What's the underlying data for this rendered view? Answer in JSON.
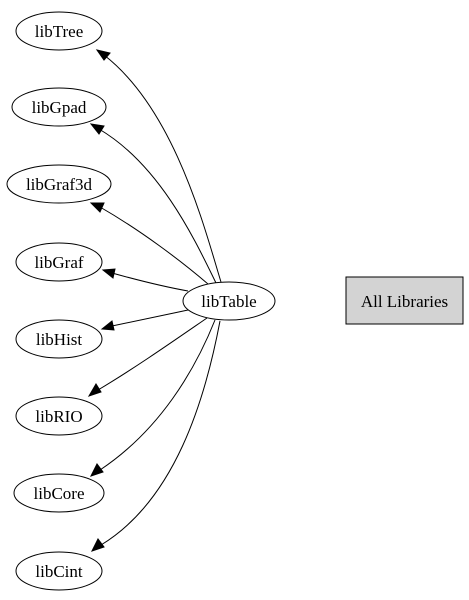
{
  "graph": {
    "center": {
      "id": "libTable",
      "label": "libTable"
    },
    "targets": [
      {
        "id": "libTree",
        "label": "libTree"
      },
      {
        "id": "libGpad",
        "label": "libGpad"
      },
      {
        "id": "libGraf3d",
        "label": "libGraf3d"
      },
      {
        "id": "libGraf",
        "label": "libGraf"
      },
      {
        "id": "libHist",
        "label": "libHist"
      },
      {
        "id": "libRIO",
        "label": "libRIO"
      },
      {
        "id": "libCore",
        "label": "libCore"
      },
      {
        "id": "libCint",
        "label": "libCint"
      }
    ],
    "edges": [
      {
        "from": "libTable",
        "to": "libTree"
      },
      {
        "from": "libTable",
        "to": "libGpad"
      },
      {
        "from": "libTable",
        "to": "libGraf3d"
      },
      {
        "from": "libTable",
        "to": "libGraf"
      },
      {
        "from": "libTable",
        "to": "libHist"
      },
      {
        "from": "libTable",
        "to": "libRIO"
      },
      {
        "from": "libTable",
        "to": "libCore"
      },
      {
        "from": "libTable",
        "to": "libCint"
      }
    ]
  },
  "legend_box": {
    "label": "All Libraries"
  },
  "colors": {
    "box_fill": "#d3d3d3",
    "stroke": "#000000",
    "background": "#ffffff"
  }
}
